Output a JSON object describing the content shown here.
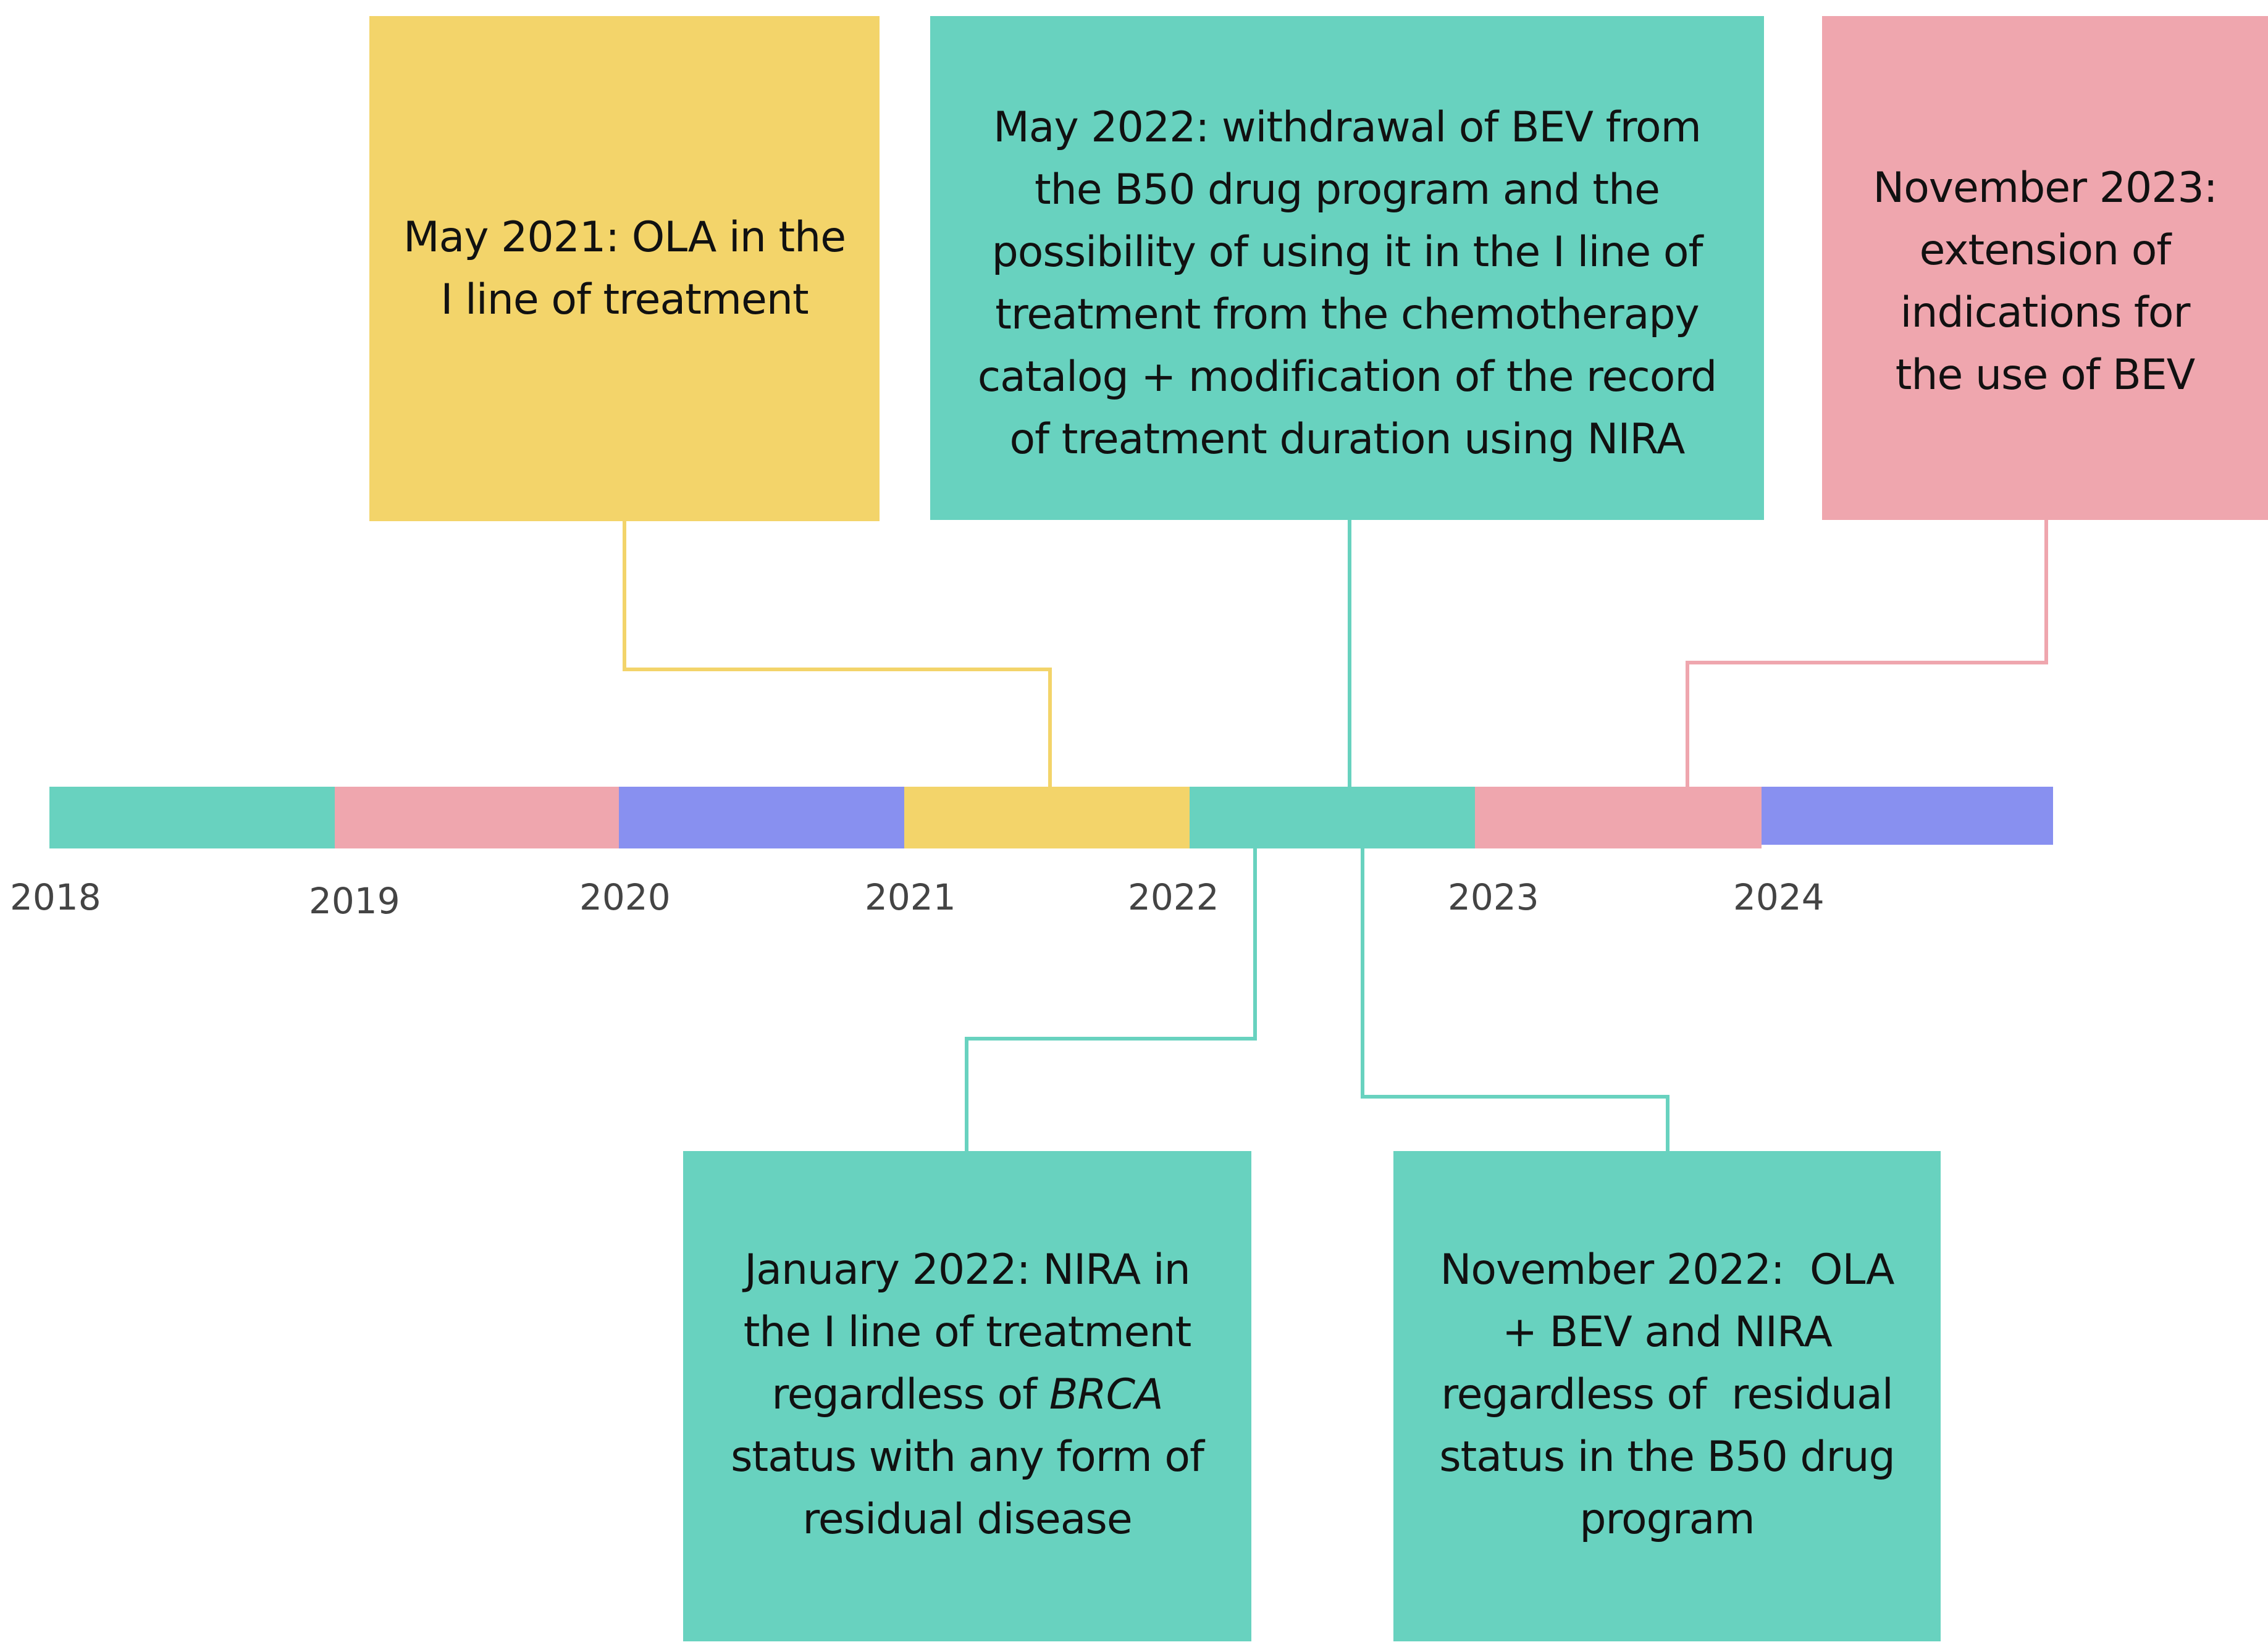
{
  "timeline": {
    "segments": [
      {
        "year": "2018",
        "color": "#68d2bf"
      },
      {
        "year": "2019",
        "color": "#efa6ae"
      },
      {
        "year": "2020",
        "color": "#8890f0"
      },
      {
        "year": "2021",
        "color": "#f3d46a"
      },
      {
        "year": "2022",
        "color": "#68d2bf"
      },
      {
        "year": "2023",
        "color": "#efa6ae"
      },
      {
        "year": "2024",
        "color": "#8890f0"
      }
    ],
    "year_labels": [
      "2018",
      "2019",
      "2020",
      "2021",
      "2022",
      "2023",
      "2024"
    ]
  },
  "events": {
    "may_2021": {
      "color": "#f3d46a",
      "lines": [
        "May 2021: OLA in the",
        "I line of treatment"
      ]
    },
    "may_2022": {
      "color": "#68d2bf",
      "lines": [
        "May 2022: withdrawal of BEV from",
        "the B50 drug program and the",
        "possibility of using it in the I line of",
        "treatment from the chemotherapy",
        "catalog + modification of the record",
        "of treatment duration using NIRA"
      ]
    },
    "nov_2023": {
      "color": "#efa6ae",
      "lines": [
        "November 2023:",
        "extension of",
        "indications for",
        "the use of BEV"
      ]
    },
    "jan_2022": {
      "color": "#68d2bf",
      "lines": [
        "January 2022: NIRA in",
        "the I line of treatment",
        "regardless of ",
        "BRCA",
        "status with any form of",
        "residual disease"
      ]
    },
    "nov_2022": {
      "color": "#68d2bf",
      "lines": [
        "November 2022:  OLA",
        "+ BEV and NIRA",
        "regardless of  residual",
        "status in the B50 drug",
        "program"
      ]
    }
  }
}
